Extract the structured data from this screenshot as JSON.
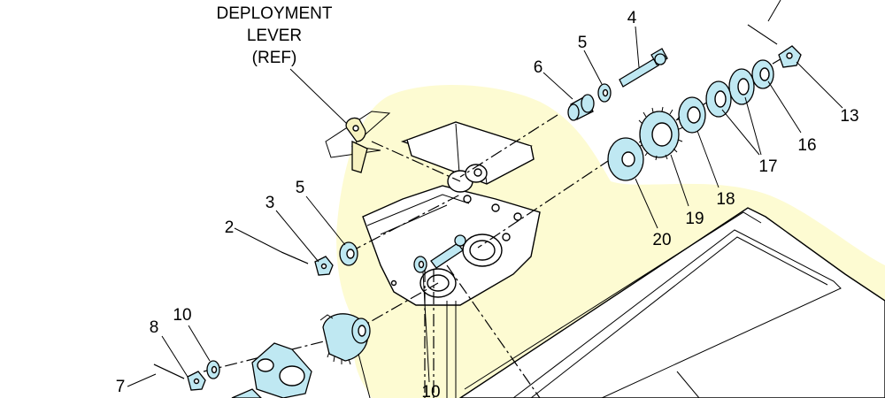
{
  "diagram": {
    "reference_label": [
      "DEPLOYMENT",
      "LEVER",
      "(REF)"
    ],
    "callouts": {
      "c2": "2",
      "c3": "3",
      "c4": "4",
      "c5a": "5",
      "c5b": "5",
      "c6": "6",
      "c7": "7",
      "c8": "8",
      "c10a": "10",
      "c10b": "10",
      "c13": "13",
      "c16": "16",
      "c17": "17",
      "c18": "18",
      "c19": "19",
      "c20": "20"
    }
  }
}
